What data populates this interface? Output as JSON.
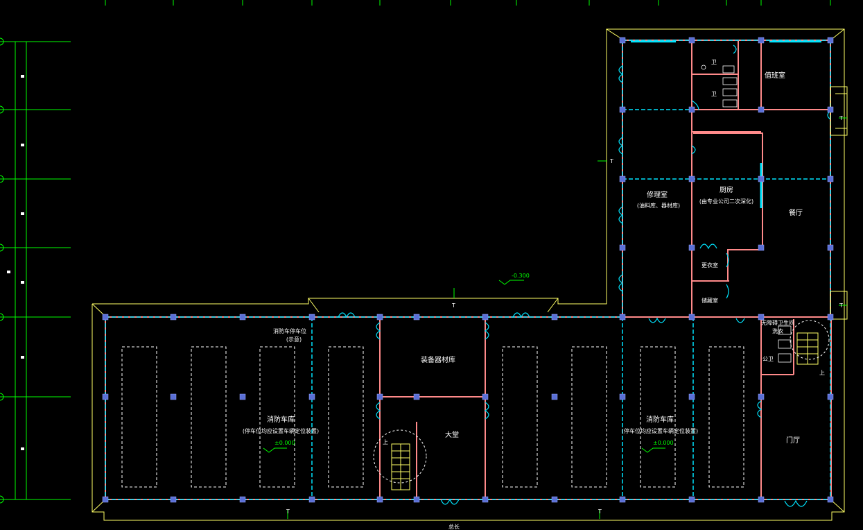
{
  "rooms": {
    "duty": "值班室",
    "toilet_a": "卫",
    "toilet_b": "卫",
    "repair": "修理室",
    "repair_note": "(油料库、器材库)",
    "kitchen": "厨房",
    "kitchen_note": "(由专业公司二次深化)",
    "dining": "餐厅",
    "changing": "更衣室",
    "storage": "储藏室",
    "garage_left": "消防车库",
    "garage_left_note": "(停车位均应设置车辆定位装置)",
    "garage_right": "消防车库",
    "garage_right_note": "(停车位均应设置车辆定位装置)",
    "equipment": "装备器材库",
    "lobby": "大堂",
    "hall": "门厅",
    "public_wc": "公卫",
    "disabled_wc": "无障碍卫生间",
    "washroom": "洗衣",
    "fire_station_label": "消防车停车位",
    "fire_station_note": "(示意)",
    "stair_up_left": "上",
    "stair_up_right": "上"
  },
  "levels": {
    "level_top": "-0.300",
    "level_left": "±0.000",
    "level_right": "±0.000"
  },
  "marks": {
    "t_mark": "T",
    "grid_bottom": "总长"
  },
  "colors": {
    "wall": "#ff8a8a",
    "window": "#00e5ff",
    "axis": "#00ff00",
    "column": "#5a6fd6",
    "outline": "#ffff66",
    "dash": "#ffffff"
  }
}
